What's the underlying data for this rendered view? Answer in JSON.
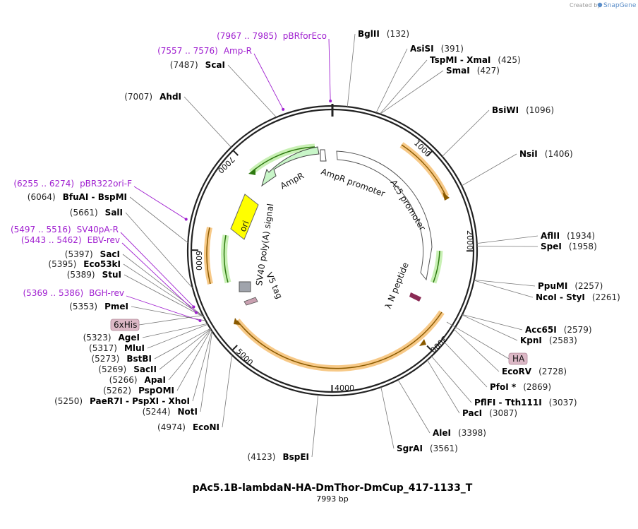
{
  "credit": {
    "prefix": "Created by",
    "brand": "SnapGene"
  },
  "map": {
    "title": "pAc5.1B-lambdaN-HA-DmThor-DmCup_417-1133_T",
    "length_label": "7993 bp",
    "total_bp": 7993
  },
  "colors": {
    "backbone": "#222222",
    "primer": "#a020d0",
    "orange": "#f5a020",
    "green": "#6cbf3c",
    "tag": "#c9a0b0"
  },
  "ticks": [
    {
      "bp": 1000,
      "label": "1000"
    },
    {
      "bp": 2000,
      "label": "2000"
    },
    {
      "bp": 3000,
      "label": "3000"
    },
    {
      "bp": 4000,
      "label": "4000"
    },
    {
      "bp": 5000,
      "label": "5000"
    },
    {
      "bp": 6000,
      "label": "6000"
    },
    {
      "bp": 7000,
      "label": "7000"
    }
  ],
  "sites": [
    {
      "name": "BglII",
      "pos": "(132)",
      "bp": 132,
      "side": "r"
    },
    {
      "name": "AsiSI",
      "pos": "(391)",
      "bp": 391,
      "side": "r"
    },
    {
      "name": "TspMI",
      "name2": "XmaI",
      "pos": "(425)",
      "bp": 425,
      "side": "r"
    },
    {
      "name": "SmaI",
      "pos": "(427)",
      "bp": 427,
      "side": "r"
    },
    {
      "name": "BsiWI",
      "pos": "(1096)",
      "bp": 1096,
      "side": "r"
    },
    {
      "name": "NsiI",
      "pos": "(1406)",
      "bp": 1406,
      "side": "r"
    },
    {
      "name": "AflII",
      "pos": "(1934)",
      "bp": 1934,
      "side": "r"
    },
    {
      "name": "SpeI",
      "pos": "(1958)",
      "bp": 1958,
      "side": "r"
    },
    {
      "name": "PpuMI",
      "pos": "(2257)",
      "bp": 2257,
      "side": "r"
    },
    {
      "name": "NcoI",
      "name2": "StyI",
      "pos": "(2261)",
      "bp": 2261,
      "side": "r"
    },
    {
      "name": "Acc65I",
      "pos": "(2579)",
      "bp": 2579,
      "side": "r"
    },
    {
      "name": "KpnI",
      "pos": "(2583)",
      "bp": 2583,
      "side": "r"
    },
    {
      "name": "EcoRV",
      "pos": "(2728)",
      "bp": 2728,
      "side": "r"
    },
    {
      "name": "PfoI *",
      "pos": "(2869)",
      "bp": 2869,
      "side": "r"
    },
    {
      "name": "PflFI",
      "name2": "Tth111I",
      "pos": "(3037)",
      "bp": 3037,
      "side": "r"
    },
    {
      "name": "PacI",
      "pos": "(3087)",
      "bp": 3087,
      "side": "r"
    },
    {
      "name": "AleI",
      "pos": "(3398)",
      "bp": 3398,
      "side": "r"
    },
    {
      "name": "SgrAI",
      "pos": "(3561)",
      "bp": 3561,
      "side": "r"
    },
    {
      "name": "BspEI",
      "pos": "(4123)",
      "bp": 4123,
      "side": "l"
    },
    {
      "name": "EcoNI",
      "pos": "(4974)",
      "bp": 4974,
      "side": "l"
    },
    {
      "name": "NotI",
      "pos": "(5244)",
      "bp": 5244,
      "side": "l"
    },
    {
      "name": "PaeR7I",
      "name2": "PspXI",
      "name3": "XhoI",
      "pos": "(5250)",
      "bp": 5250,
      "side": "l"
    },
    {
      "name": "PspOMI",
      "pos": "(5262)",
      "bp": 5262,
      "side": "l"
    },
    {
      "name": "ApaI",
      "pos": "(5266)",
      "bp": 5266,
      "side": "l"
    },
    {
      "name": "SacII",
      "pos": "(5269)",
      "bp": 5269,
      "side": "l"
    },
    {
      "name": "BstBI",
      "pos": "(5273)",
      "bp": 5273,
      "side": "l"
    },
    {
      "name": "MluI",
      "pos": "(5317)",
      "bp": 5317,
      "side": "l"
    },
    {
      "name": "AgeI",
      "pos": "(5323)",
      "bp": 5323,
      "side": "l"
    },
    {
      "name": "PmeI",
      "pos": "(5353)",
      "bp": 5353,
      "side": "l"
    },
    {
      "name": "StuI",
      "pos": "(5389)",
      "bp": 5389,
      "side": "l"
    },
    {
      "name": "Eco53kI",
      "pos": "(5395)",
      "bp": 5395,
      "side": "l"
    },
    {
      "name": "SacI",
      "pos": "(5397)",
      "bp": 5397,
      "side": "l"
    },
    {
      "name": "SalI",
      "pos": "(5661)",
      "bp": 5661,
      "side": "l"
    },
    {
      "name": "BfuAI",
      "name2": "BspMI",
      "pos": "(6064)",
      "bp": 6064,
      "side": "l"
    },
    {
      "name": "AhdI",
      "pos": "(7007)",
      "bp": 7007,
      "side": "l"
    },
    {
      "name": "ScaI",
      "pos": "(7487)",
      "bp": 7487,
      "side": "l"
    }
  ],
  "primers": [
    {
      "range": "(7967 .. 7985)",
      "name": "pBRforEco",
      "bp": 7976
    },
    {
      "range": "(7557 .. 7576)",
      "name": "Amp-R",
      "bp": 7566
    },
    {
      "range": "(6255 .. 6274)",
      "name": "pBR322ori-F",
      "bp": 6264
    },
    {
      "range": "(5497 .. 5516)",
      "name": "SV40pA-R",
      "bp": 5506
    },
    {
      "range": "(5443 .. 5462)",
      "name": "EBV-rev",
      "bp": 5452
    },
    {
      "range": "(5369 .. 5386)",
      "name": "BGH-rev",
      "bp": 5377
    }
  ],
  "features": [
    {
      "label": "AmpR",
      "type": "arrow"
    },
    {
      "label": "AmpR promoter",
      "type": "promoter"
    },
    {
      "label": "Ac5 promoter",
      "type": "promoter"
    },
    {
      "label": "ori",
      "type": "origin"
    },
    {
      "label": "SV40 poly(A) signal",
      "type": "terminator"
    },
    {
      "label": "V5 tag",
      "type": "tag"
    },
    {
      "label": "λ N peptide",
      "type": "tag"
    }
  ],
  "boxed_labels": [
    {
      "label": "6xHis"
    },
    {
      "label": "HA"
    }
  ]
}
